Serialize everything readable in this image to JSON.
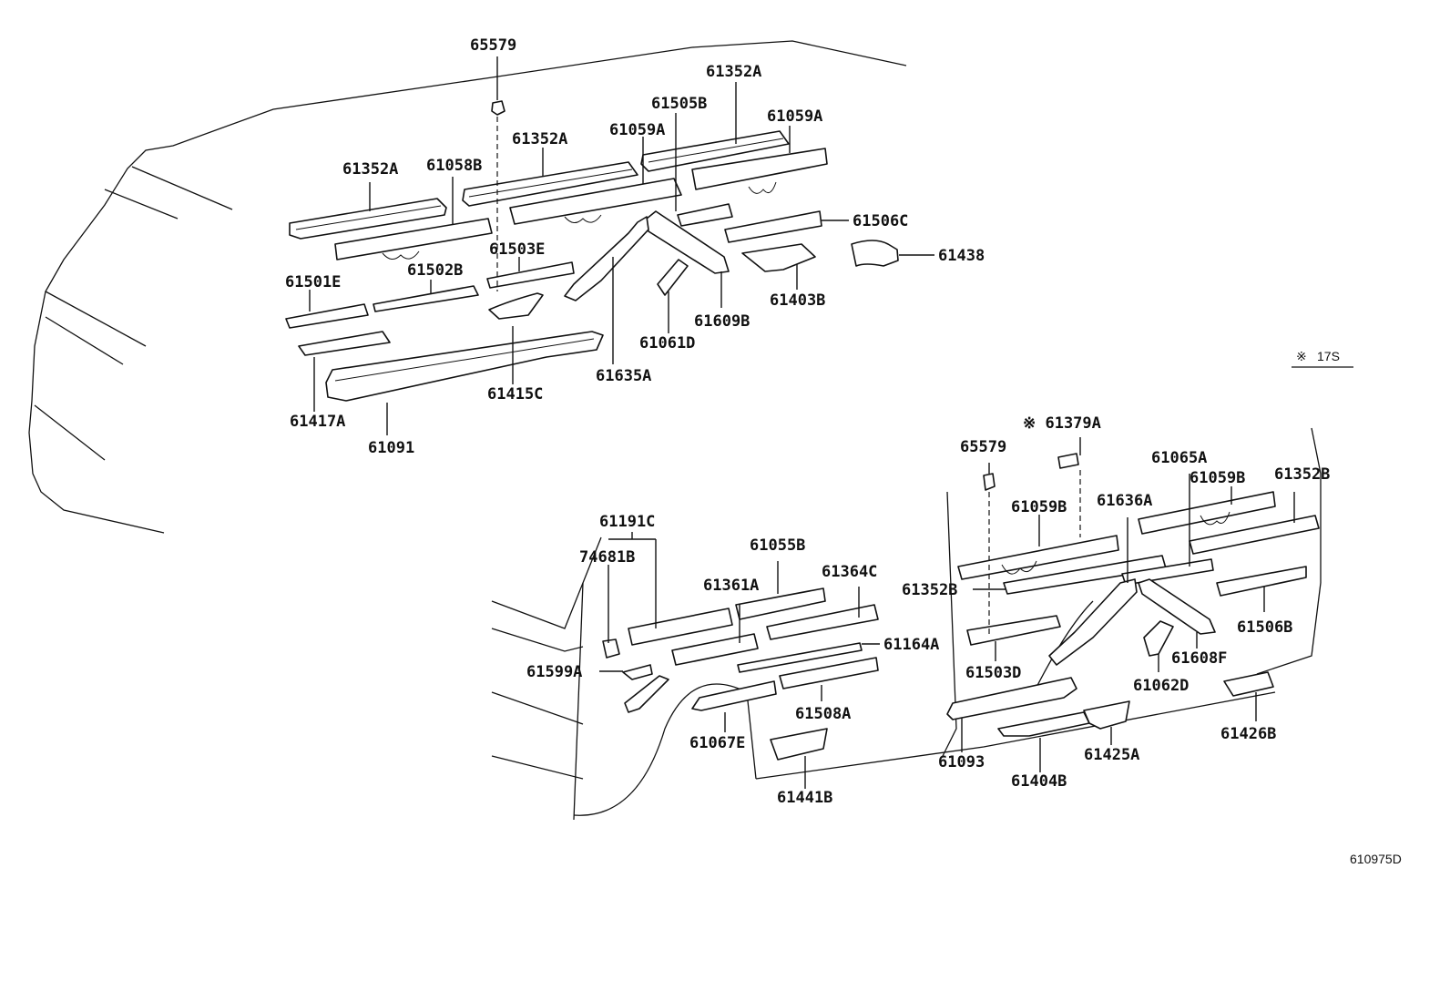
{
  "title": "Side member / rocker panel parts diagram",
  "figure_id": "610975D",
  "note": {
    "symbol": "※",
    "text": "17S"
  },
  "upper_group": {
    "labels": [
      {
        "id": "u1",
        "text": "65579"
      },
      {
        "id": "u2",
        "text": "61352A"
      },
      {
        "id": "u3",
        "text": "61505B"
      },
      {
        "id": "u4",
        "text": "61352A"
      },
      {
        "id": "u5",
        "text": "61059A"
      },
      {
        "id": "u6",
        "text": "61059A"
      },
      {
        "id": "u7",
        "text": "61352A"
      },
      {
        "id": "u8",
        "text": "61058B"
      },
      {
        "id": "u9",
        "text": "61506C"
      },
      {
        "id": "u10",
        "text": "61438"
      },
      {
        "id": "u11",
        "text": "61503E"
      },
      {
        "id": "u12",
        "text": "61502B"
      },
      {
        "id": "u13",
        "text": "61501E"
      },
      {
        "id": "u14",
        "text": "61403B"
      },
      {
        "id": "u15",
        "text": "61609B"
      },
      {
        "id": "u16",
        "text": "61061D"
      },
      {
        "id": "u17",
        "text": "61635A"
      },
      {
        "id": "u18",
        "text": "61415C"
      },
      {
        "id": "u19",
        "text": "61417A"
      },
      {
        "id": "u20",
        "text": "61091"
      }
    ]
  },
  "lower_group": {
    "labels": [
      {
        "id": "l1",
        "text": "※ 61379A"
      },
      {
        "id": "l2",
        "text": "65579"
      },
      {
        "id": "l3",
        "text": "61065A"
      },
      {
        "id": "l4",
        "text": "61059B"
      },
      {
        "id": "l5",
        "text": "61352B"
      },
      {
        "id": "l6",
        "text": "61059B"
      },
      {
        "id": "l7",
        "text": "61636A"
      },
      {
        "id": "l8",
        "text": "61191C"
      },
      {
        "id": "l9",
        "text": "61055B"
      },
      {
        "id": "l10",
        "text": "74681B"
      },
      {
        "id": "l11",
        "text": "61364C"
      },
      {
        "id": "l12",
        "text": "61361A"
      },
      {
        "id": "l13",
        "text": "61352B"
      },
      {
        "id": "l14",
        "text": "61164A"
      },
      {
        "id": "l15",
        "text": "61506B"
      },
      {
        "id": "l16",
        "text": "61599A"
      },
      {
        "id": "l17",
        "text": "61503D"
      },
      {
        "id": "l18",
        "text": "61608F"
      },
      {
        "id": "l19",
        "text": "61062D"
      },
      {
        "id": "l20",
        "text": "61508A"
      },
      {
        "id": "l21",
        "text": "61426B"
      },
      {
        "id": "l22",
        "text": "61067E"
      },
      {
        "id": "l23",
        "text": "61425A"
      },
      {
        "id": "l24",
        "text": "61093"
      },
      {
        "id": "l25",
        "text": "61404B"
      },
      {
        "id": "l26",
        "text": "61441B"
      }
    ]
  }
}
